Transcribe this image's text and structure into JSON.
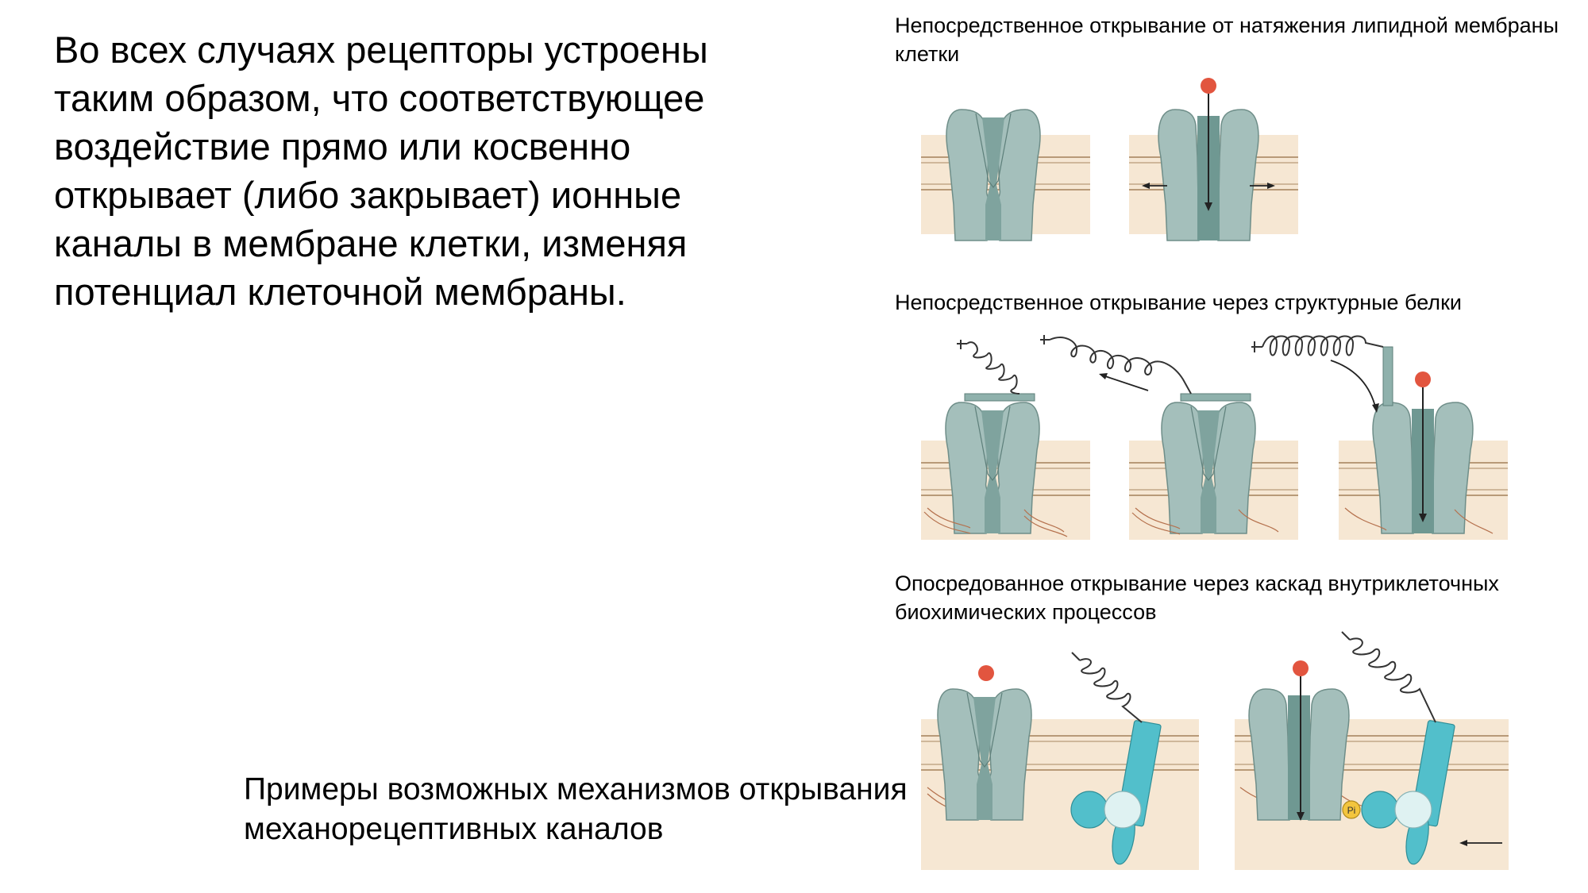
{
  "main_text": "Во всех случаях рецепторы устроены таким образом, что соответствующее воздействие прямо или косвенно открывает (либо закрывает) ионные каналы в мембране клетки, изменяя потенциал клеточной мембраны.",
  "caption": "Примеры возможных механизмов открывания механорецептивных каналов",
  "sections": [
    {
      "title": "Непосредственное открывание от натяжения липидной мембраны клетки"
    },
    {
      "title": "Непосредственное открывание через структурные белки"
    },
    {
      "title": "Опосредованное открывание через каскад внутриклеточных биохимических процессов"
    }
  ],
  "pi_label": "Pi",
  "colors": {
    "channel": "#a4bfbb",
    "channel_dark": "#6f9892",
    "membrane": "#f6e7d3",
    "membrane_line": "#b89a78",
    "ion": "#e2553f",
    "cyan": "#52bfcb",
    "pale": "#dff2f2",
    "pi": "#f3c53e"
  }
}
